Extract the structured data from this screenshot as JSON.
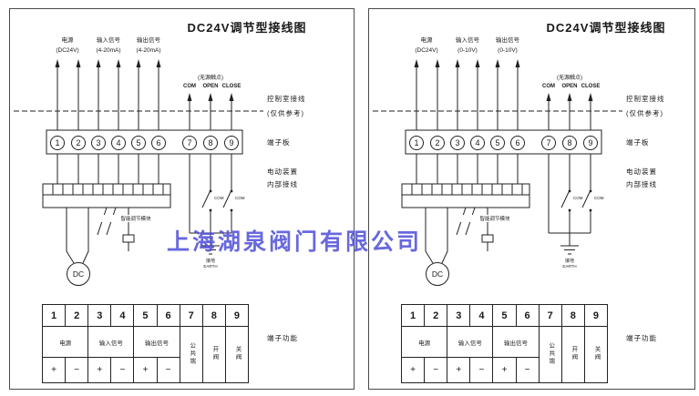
{
  "watermark": {
    "text": "上海湖泉阀门有限公司",
    "color": "#4d4dd8"
  },
  "panels": [
    {
      "title": "DC24V调节型接线图",
      "power_label": {
        "line1": "电源",
        "line2": "(DC24V)"
      },
      "input_label": {
        "line1": "输入信号",
        "line2": "(4-20mA)"
      },
      "output_label": {
        "line1": "输出信号",
        "line2": "(4-20mA)"
      },
      "passive_contact": "(无源触点)",
      "contacts": {
        "com": "COM",
        "open": "OPEN",
        "close": "CLOSE"
      },
      "side": {
        "control_room_1": "控制室接线",
        "control_room_2": "(仅供参考)",
        "terminal_board": "端子板",
        "device_1": "电动装置",
        "device_2": "内部接线",
        "terminal_function": "端子功能"
      },
      "module": "智能调节模块",
      "switch_com_1": "COM",
      "switch_com_2": "COM",
      "earth_cn": "接地",
      "earth_en": "EARTH",
      "dc": "DC",
      "terminals": [
        "1",
        "2",
        "3",
        "4",
        "5",
        "6",
        "7",
        "8",
        "9"
      ],
      "table": {
        "numbers": [
          "1",
          "2",
          "3",
          "4",
          "5",
          "6",
          "7",
          "8",
          "9"
        ],
        "power": "电源",
        "input": "输入信号",
        "output": "输出信号",
        "common": "公共端",
        "open_valve": "开阀",
        "close_valve": "关阀",
        "signs": [
          "+",
          "−",
          "+",
          "−",
          "+",
          "−"
        ]
      }
    },
    {
      "title": "DC24V调节型接线图",
      "power_label": {
        "line1": "电源",
        "line2": "(DC24V)"
      },
      "input_label": {
        "line1": "输入信号",
        "line2": "(0-10V)"
      },
      "output_label": {
        "line1": "输出信号",
        "line2": "(0-10V)"
      },
      "passive_contact": "(无源触点)",
      "contacts": {
        "com": "COM",
        "open": "OPEN",
        "close": "CLOSE"
      },
      "side": {
        "control_room_1": "控制室接线",
        "control_room_2": "(仅供参考)",
        "terminal_board": "端子板",
        "device_1": "电动装置",
        "device_2": "内部接线",
        "terminal_function": "端子功能"
      },
      "module": "智能调节模块",
      "switch_com_1": "COM",
      "switch_com_2": "COM",
      "earth_cn": "接地",
      "earth_en": "EARTH",
      "dc": "DC",
      "terminals": [
        "1",
        "2",
        "3",
        "4",
        "5",
        "6",
        "7",
        "8",
        "9"
      ],
      "table": {
        "numbers": [
          "1",
          "2",
          "3",
          "4",
          "5",
          "6",
          "7",
          "8",
          "9"
        ],
        "power": "电源",
        "input": "输入信号",
        "output": "输出信号",
        "common": "公共端",
        "open_valve": "开阀",
        "close_valve": "关阀",
        "signs": [
          "+",
          "−",
          "+",
          "−",
          "+",
          "−"
        ]
      }
    }
  ]
}
